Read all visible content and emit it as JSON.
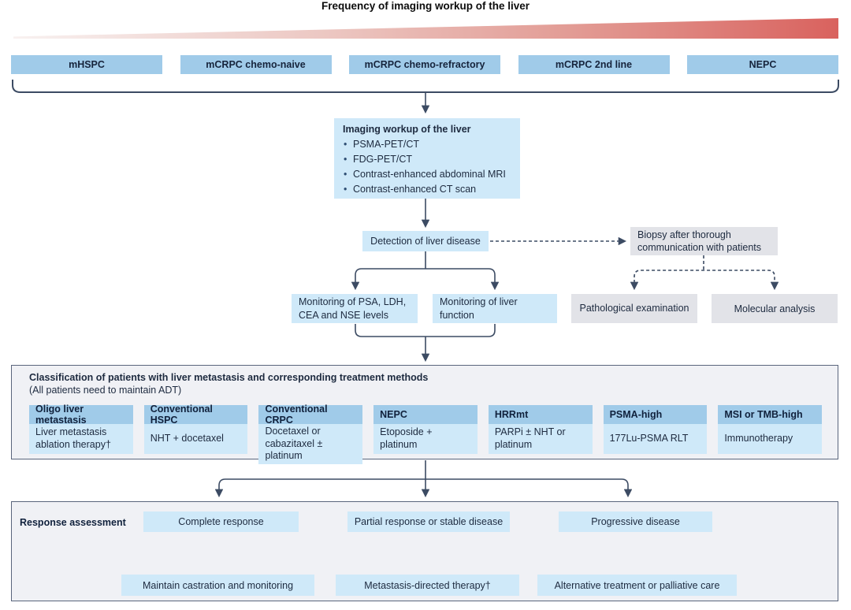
{
  "title": "Frequency of imaging workup of the liver",
  "colors": {
    "stage_blue": "#a0cbe9",
    "light_blue": "#cfe9f9",
    "gray_box": "#e2e3e8",
    "panel_bg": "#f0f1f5",
    "panel_border": "#5a657c",
    "line": "#3c4b63",
    "wedge_red": "#d9625e"
  },
  "stages": [
    {
      "label": "mHSPC"
    },
    {
      "label": "mCRPC chemo-naive"
    },
    {
      "label": "mCRPC chemo-refractory"
    },
    {
      "label": "mCRPC 2nd line"
    },
    {
      "label": "NEPC"
    }
  ],
  "imaging_workup": {
    "title": "Imaging workup of the liver",
    "items": [
      "PSMA-PET/CT",
      "FDG-PET/CT",
      "Contrast-enhanced abdominal MRI",
      "Contrast-enhanced CT scan"
    ]
  },
  "detection": {
    "label": "Detection of liver disease"
  },
  "biopsy": {
    "label": "Biopsy after thorough communication with patients"
  },
  "monitoring": {
    "markers": "Monitoring of PSA, LDH, CEA and NSE levels",
    "liver_function": "Monitoring of liver function"
  },
  "pathological": {
    "label": "Pathological examination"
  },
  "molecular": {
    "label": "Molecular analysis"
  },
  "classification": {
    "title": "Classification of patients with liver metastasis and corresponding treatment methods",
    "subtitle": "(All patients need to maintain ADT)",
    "columns": [
      {
        "header": "Oligo liver metastasis",
        "treatment": "Liver metastasis ablation therapy†"
      },
      {
        "header": "Conventional HSPC",
        "treatment": "NHT + docetaxel"
      },
      {
        "header": "Conventional CRPC",
        "treatment": "Docetaxel or cabazitaxel ± platinum"
      },
      {
        "header": "NEPC",
        "treatment": "Etoposide + platinum"
      },
      {
        "header": "HRRmt",
        "treatment": "PARPi ± NHT or platinum"
      },
      {
        "header": "PSMA-high",
        "treatment": "177Lu-PSMA RLT"
      },
      {
        "header": "MSI or TMB-high",
        "treatment": "Immunotherapy"
      }
    ]
  },
  "response": {
    "label": "Response assessment",
    "outcomes": [
      {
        "label": "Complete response"
      },
      {
        "label": "Partial response or stable disease"
      },
      {
        "label": "Progressive disease"
      }
    ],
    "actions": [
      {
        "label": "Maintain castration and monitoring"
      },
      {
        "label": "Metastasis-directed therapy†"
      },
      {
        "label": "Alternative treatment or palliative care"
      }
    ]
  }
}
